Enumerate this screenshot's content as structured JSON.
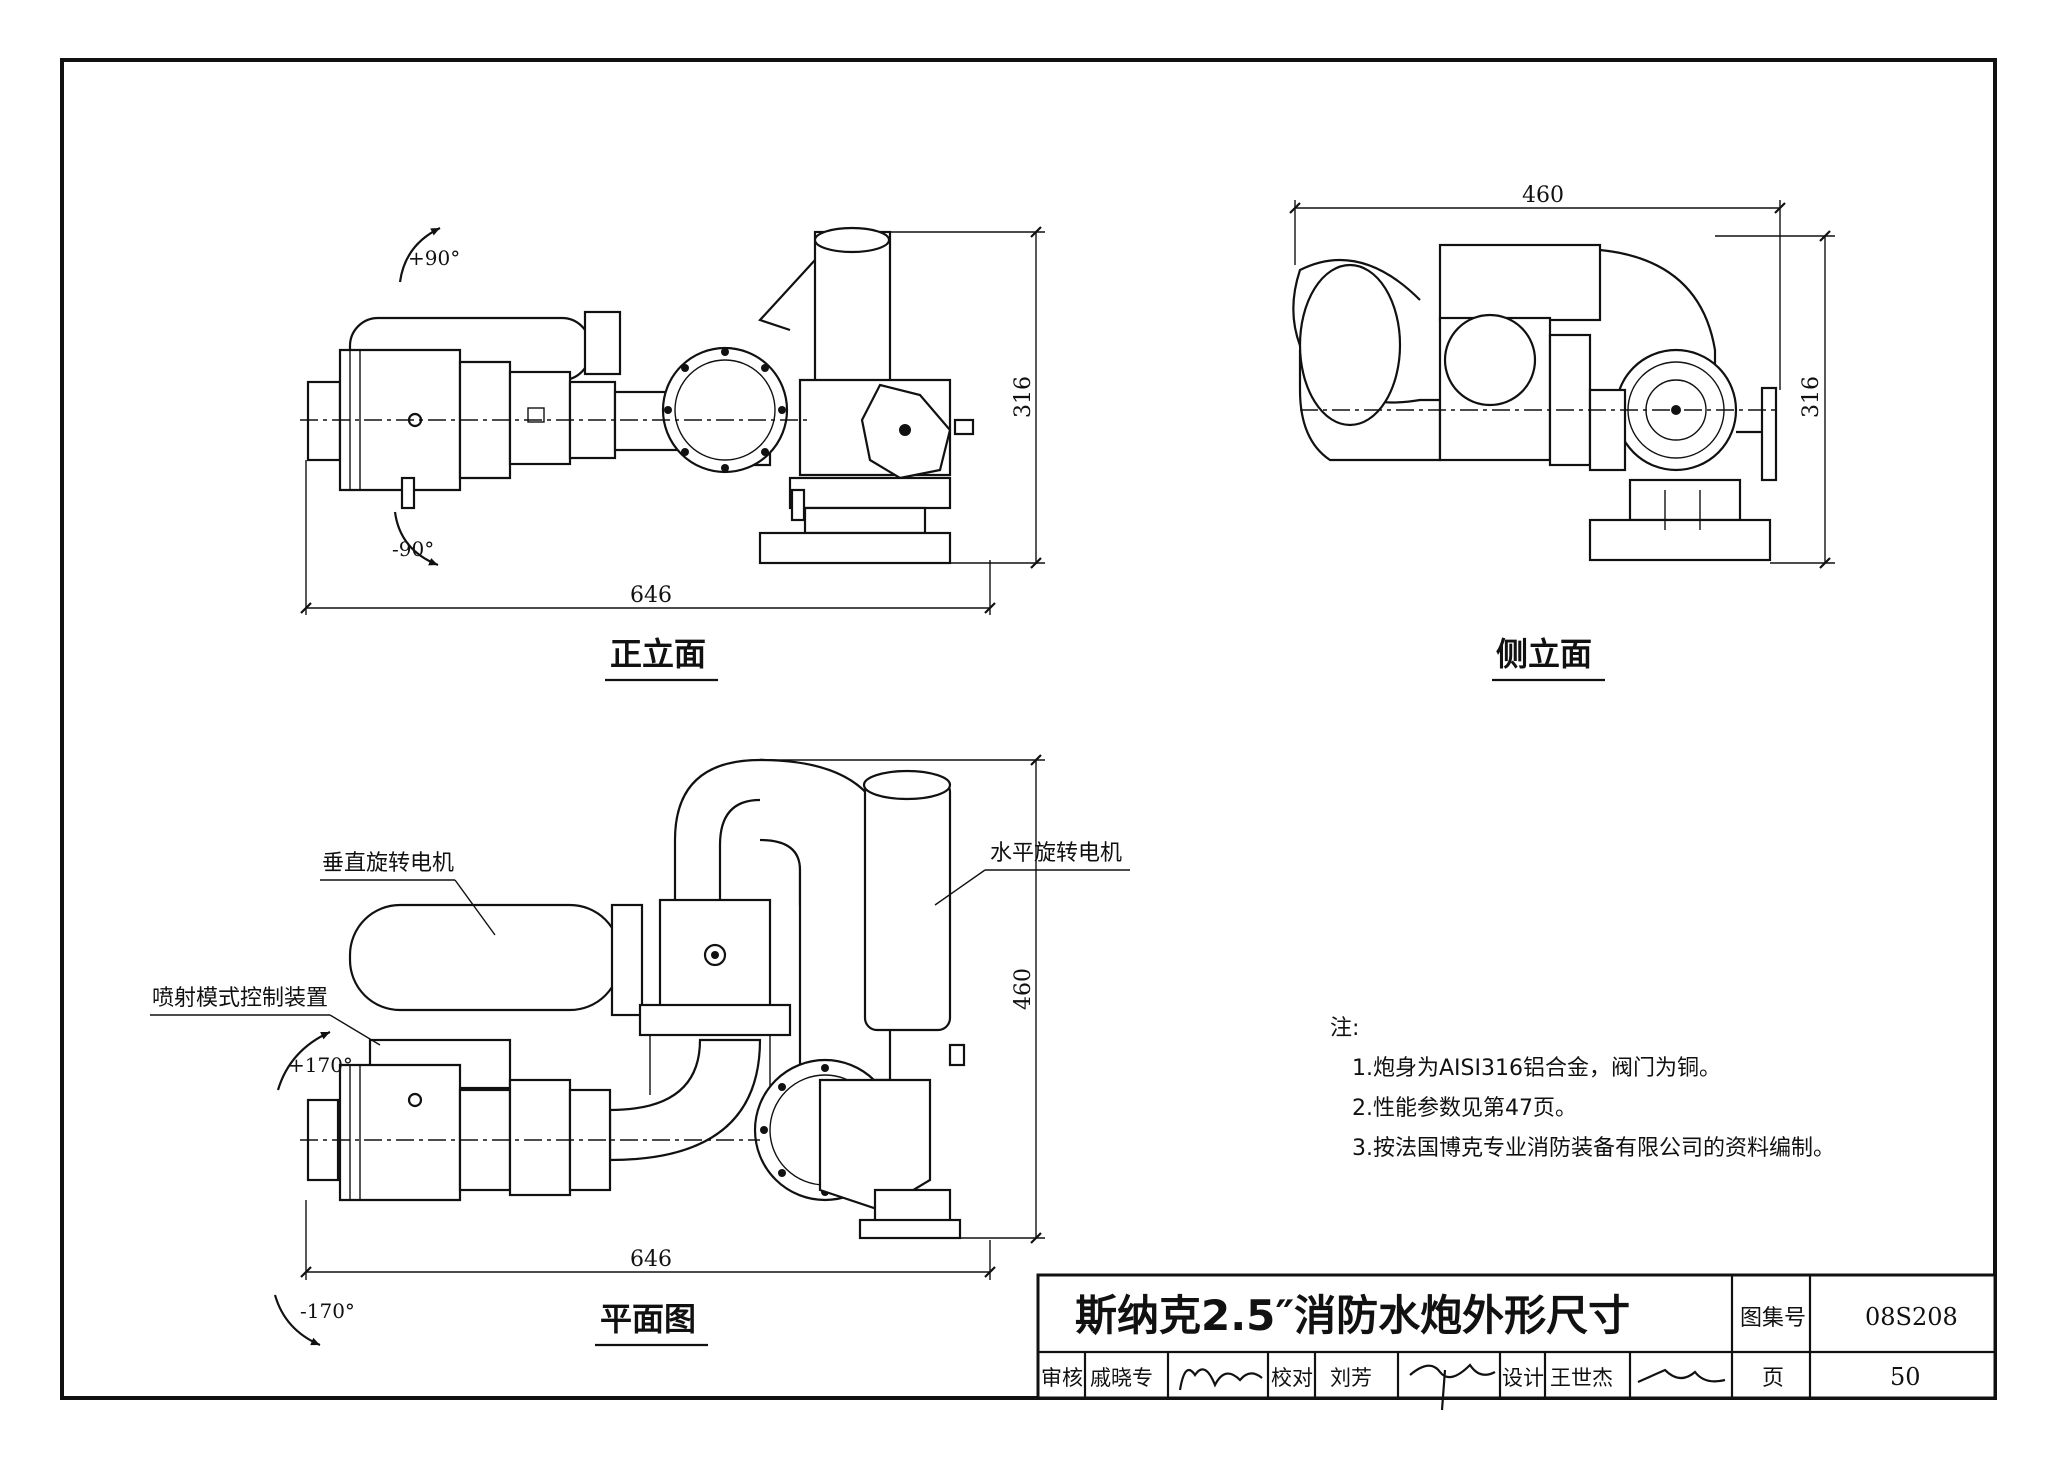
{
  "views": {
    "front": {
      "title": "正立面",
      "width_dim": "646",
      "height_dim": "316",
      "angle_up": "+90°",
      "angle_down": "-90°"
    },
    "side": {
      "title": "侧立面",
      "width_dim": "460",
      "height_dim": "316"
    },
    "plan": {
      "title": "平面图",
      "width_dim": "646",
      "height_dim": "460",
      "angle_up": "+170°",
      "angle_down": "-170°",
      "callout_vertical_motor": "垂直旋转电机",
      "callout_horizontal_motor": "水平旋转电机",
      "callout_spray_control": "喷射模式控制装置"
    }
  },
  "notes": {
    "heading": "注:",
    "items": [
      "1.炮身为AISI316铝合金，阀门为铜。",
      "2.性能参数见第47页。",
      "3.按法国博克专业消防装备有限公司的资料编制。"
    ]
  },
  "title_block": {
    "title": "斯纳克2.5″消防水炮外形尺寸",
    "atlas_label": "图集号",
    "atlas_no": "08S208",
    "page_label": "页",
    "page_no": "50",
    "review_label": "审核",
    "review_name": "戚晓专",
    "check_label": "校对",
    "check_name": "刘芳",
    "design_label": "设计",
    "design_name": "王世杰"
  }
}
